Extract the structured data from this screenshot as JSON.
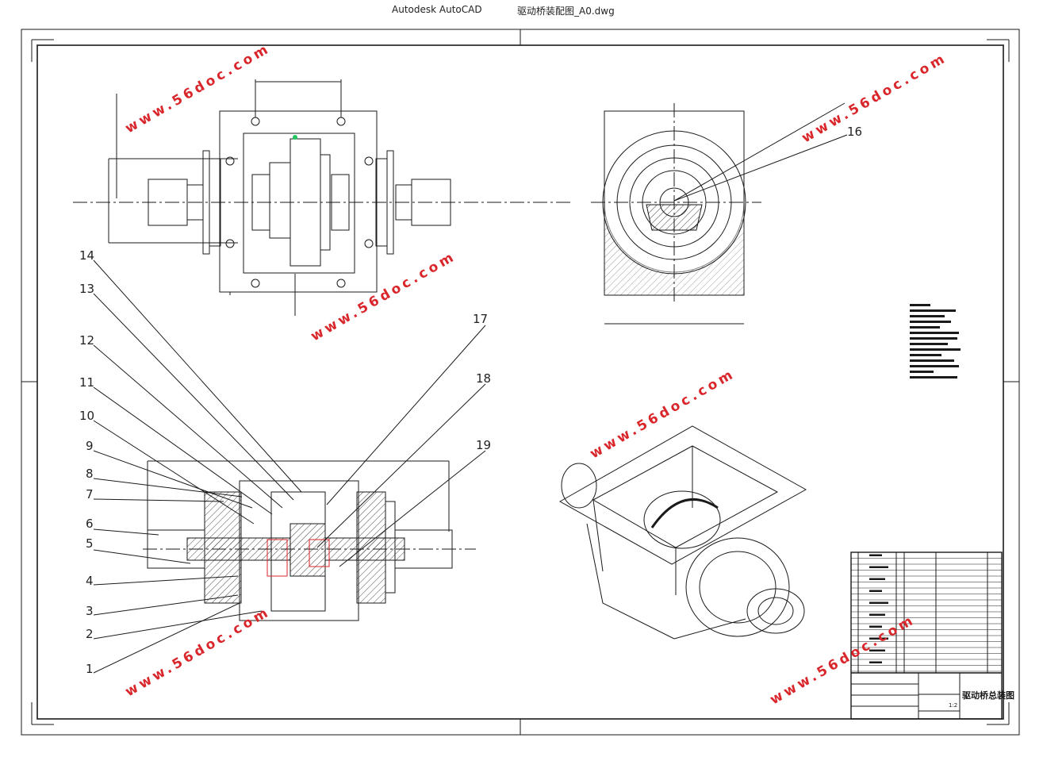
{
  "window": {
    "app_name": "Autodesk AutoCAD",
    "file_name": "驱动桥装配图_A0.dwg"
  },
  "callouts": [
    "1",
    "2",
    "3",
    "4",
    "5",
    "6",
    "7",
    "8",
    "9",
    "10",
    "11",
    "12",
    "13",
    "14",
    "16",
    "17",
    "18",
    "19"
  ],
  "watermark": "www.56doc.com",
  "title_block": {
    "drawing_title": "驱动桥总装图",
    "scale": "1:2"
  },
  "colors": {
    "line": "#1a1a1a",
    "watermark": "#d9262b",
    "marker": "#22c55e"
  }
}
